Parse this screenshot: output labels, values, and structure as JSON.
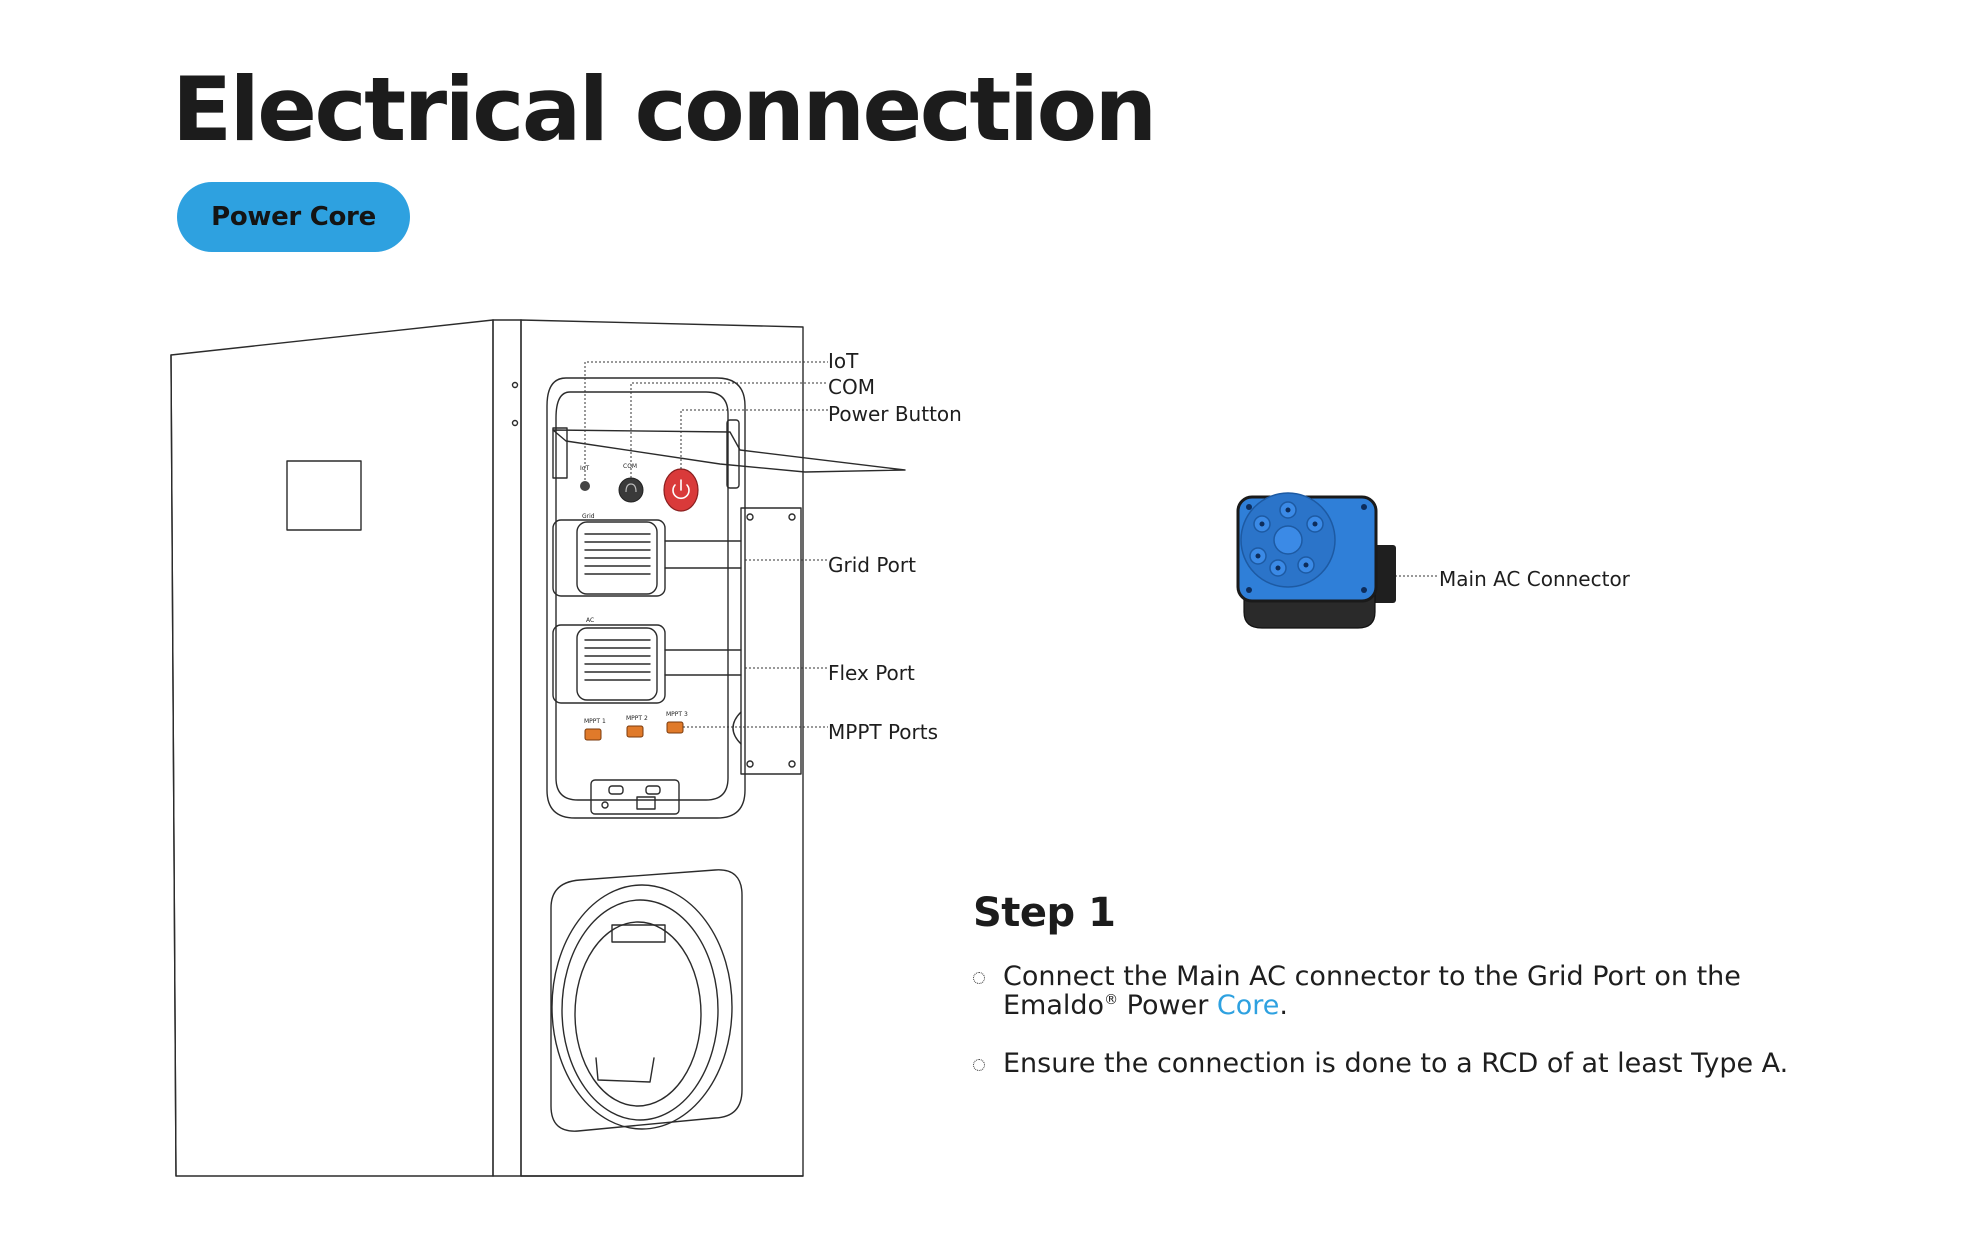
{
  "page": {
    "title": "Electrical connection",
    "badge": "Power Core"
  },
  "diagram": {
    "callouts": {
      "iot": "IoT",
      "com": "COM",
      "power_button": "Power Button",
      "grid_port": "Grid Port",
      "flex_port": "Flex Port",
      "mppt_ports": "MPPT Ports",
      "main_ac_connector": "Main AC Connector"
    },
    "panel_labels": {
      "iot": "IoT",
      "com": "COM",
      "grid": "Grid",
      "ac": "AC",
      "mppt1": "MPPT 1",
      "mppt2": "MPPT 2",
      "mppt3": "MPPT 3"
    },
    "colors": {
      "power_button": "#d93a3a",
      "connector_blue": "#2f7fd8",
      "connector_body": "#2a2a2a",
      "mppt_port": "#e07a2a"
    }
  },
  "step": {
    "title": "Step 1",
    "item1_part1": "Connect the Main AC connector to the Grid Port on the Emaldo",
    "item1_reg": "®",
    "item1_part2": " Power ",
    "item1_highlight": "Core",
    "item1_end": ".",
    "item2": "Ensure the connection is done to a RCD of at least Type A."
  },
  "icons": {
    "bullet": "dotted-circle-bullet-icon",
    "power": "power-symbol-icon"
  }
}
